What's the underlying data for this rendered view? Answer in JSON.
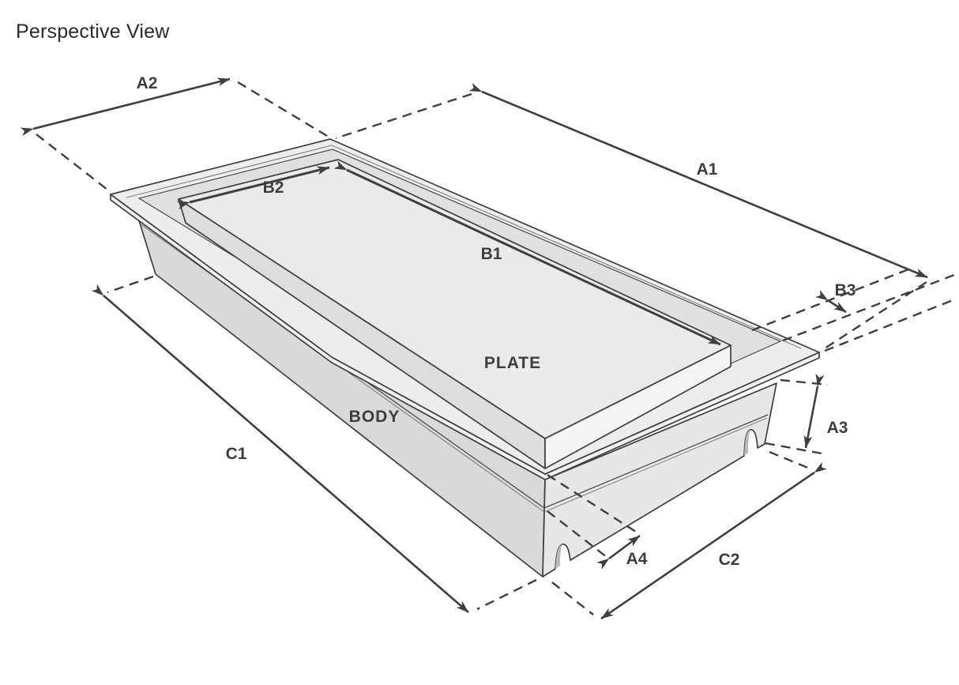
{
  "title": "Perspective View",
  "diagram": {
    "type": "technical-perspective-drawing",
    "subject": "recessed floor box with cover plate, flange and body",
    "part_labels": {
      "plate": "PLATE",
      "body": "BODY"
    },
    "dimension_labels": {
      "a1": "A1",
      "a2": "A2",
      "a3": "A3",
      "a4": "A4",
      "b1": "B1",
      "b2": "B2",
      "b3": "B3",
      "c1": "C1",
      "c2": "C2"
    },
    "dimension_meanings": {
      "a1": "flange overall length",
      "a2": "flange overall width",
      "a3": "body depth",
      "a4": "flange lip overhang",
      "b1": "plate length",
      "b2": "plate width",
      "b3": "flange border width",
      "c1": "body length",
      "c2": "body width"
    },
    "colors": {
      "background": "#ffffff",
      "line": "#3f3f3f",
      "label": "#3d3d3d",
      "title": "#2a2a2a",
      "flange_top": "#ededed",
      "flange_rim": "#f1f1f1",
      "channel": "#e0e0e0",
      "plate_top": "#eaeaea",
      "plate_left_face": "#dddddd",
      "plate_right_face": "#f4f4f4",
      "body_left_face": "#d9d9d9",
      "body_right_face": "#e7e7e7",
      "notch_shadow": "#b9b9b9"
    }
  }
}
